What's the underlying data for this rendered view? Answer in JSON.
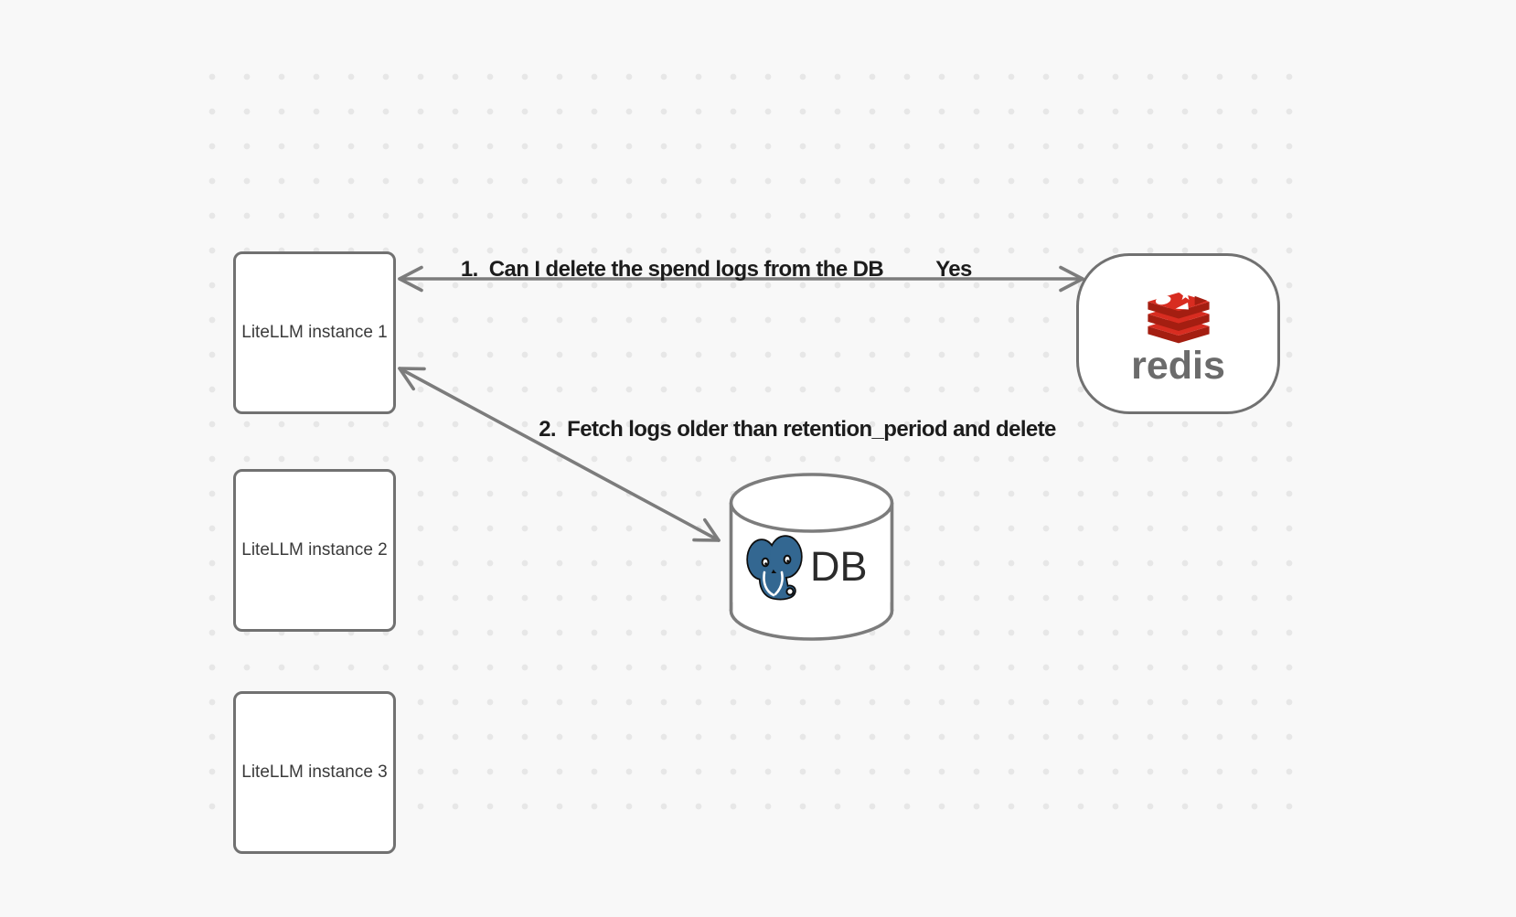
{
  "app": {
    "type": "architecture-diagram"
  },
  "nodes": {
    "instances": [
      {
        "label": "LiteLLM instance 1"
      },
      {
        "label": "LiteLLM instance 2"
      },
      {
        "label": "LiteLLM instance 3"
      }
    ],
    "redis": {
      "label": "redis",
      "icon": "redis-stack-logo"
    },
    "db": {
      "label": "DB",
      "icon": "postgresql-elephant-logo",
      "shape": "cylinder"
    }
  },
  "edges": [
    {
      "label": "1.  Can I delete the spend logs from the DB",
      "answer": "Yes",
      "from": "redis",
      "to": "LiteLLM instance 1",
      "style": "double-arrow"
    },
    {
      "label": "2.  Fetch logs older than retention_period and delete",
      "from": "LiteLLM instance 1",
      "to": "DB",
      "style": "double-arrow"
    }
  ],
  "colors": {
    "background": "#f8f8f8",
    "dot": "#e7e7e7",
    "stroke_gray": "#757575",
    "label_text": "#1c1c1c",
    "node_text": "#3a3a3a",
    "redis_red": "#D82C20",
    "redis_dark_red": "#A41E11",
    "redis_wordmark": "#6b6b6b",
    "postgres_blue": "#336791"
  }
}
